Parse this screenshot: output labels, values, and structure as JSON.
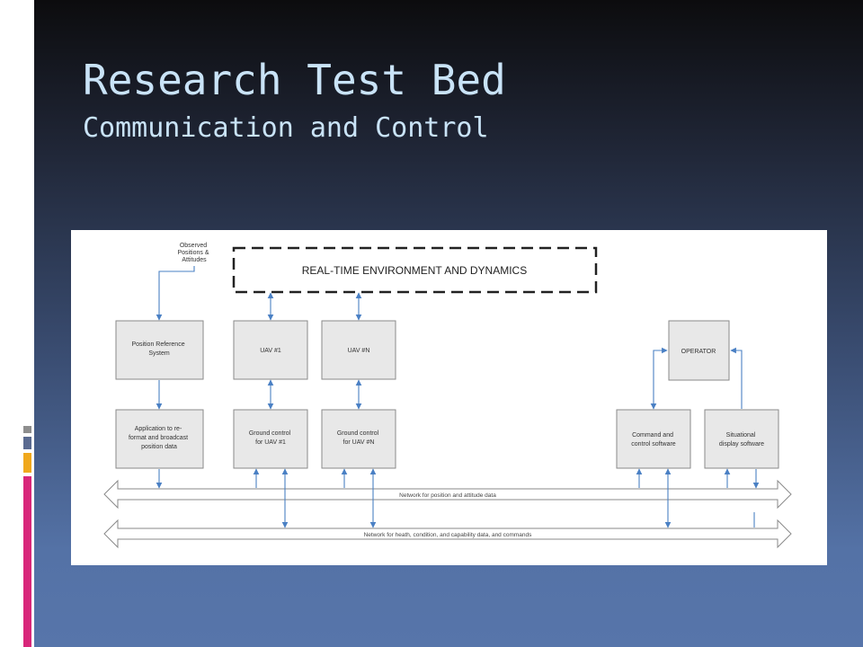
{
  "slide": {
    "title": "Research Test Bed",
    "subtitle": "Communication and Control"
  },
  "diagram": {
    "observed_label": [
      "Observed",
      "Positions &",
      "Attitudes"
    ],
    "environment_label": "REAL-TIME ENVIRONMENT AND DYNAMICS",
    "boxes": {
      "position_reference": [
        "Position Reference",
        "System"
      ],
      "uav_1": [
        "UAV #1"
      ],
      "uav_n": [
        "UAV #N"
      ],
      "operator": [
        "OPERATOR"
      ],
      "application": [
        "Application to re-",
        "format and broadcast",
        "position data"
      ],
      "ground_control_1": [
        "Ground control",
        "for UAV #1"
      ],
      "ground_control_n": [
        "Ground control",
        "for UAV #N"
      ],
      "command_control": [
        "Command and",
        "control software"
      ],
      "situational_display": [
        "Situational",
        "display software"
      ]
    },
    "networks": {
      "position_network": "Network for position and attitude data",
      "health_network": "Network for heath, condition, and capability data, and commands"
    }
  },
  "colors": {
    "title_text": "#c9e3f7",
    "connector_blue": "#4a80c4",
    "box_fill": "#e8e8e8",
    "accent_gray": "#8e8e8e",
    "accent_orange": "#f0a81c",
    "accent_magenta": "#d8267a"
  }
}
